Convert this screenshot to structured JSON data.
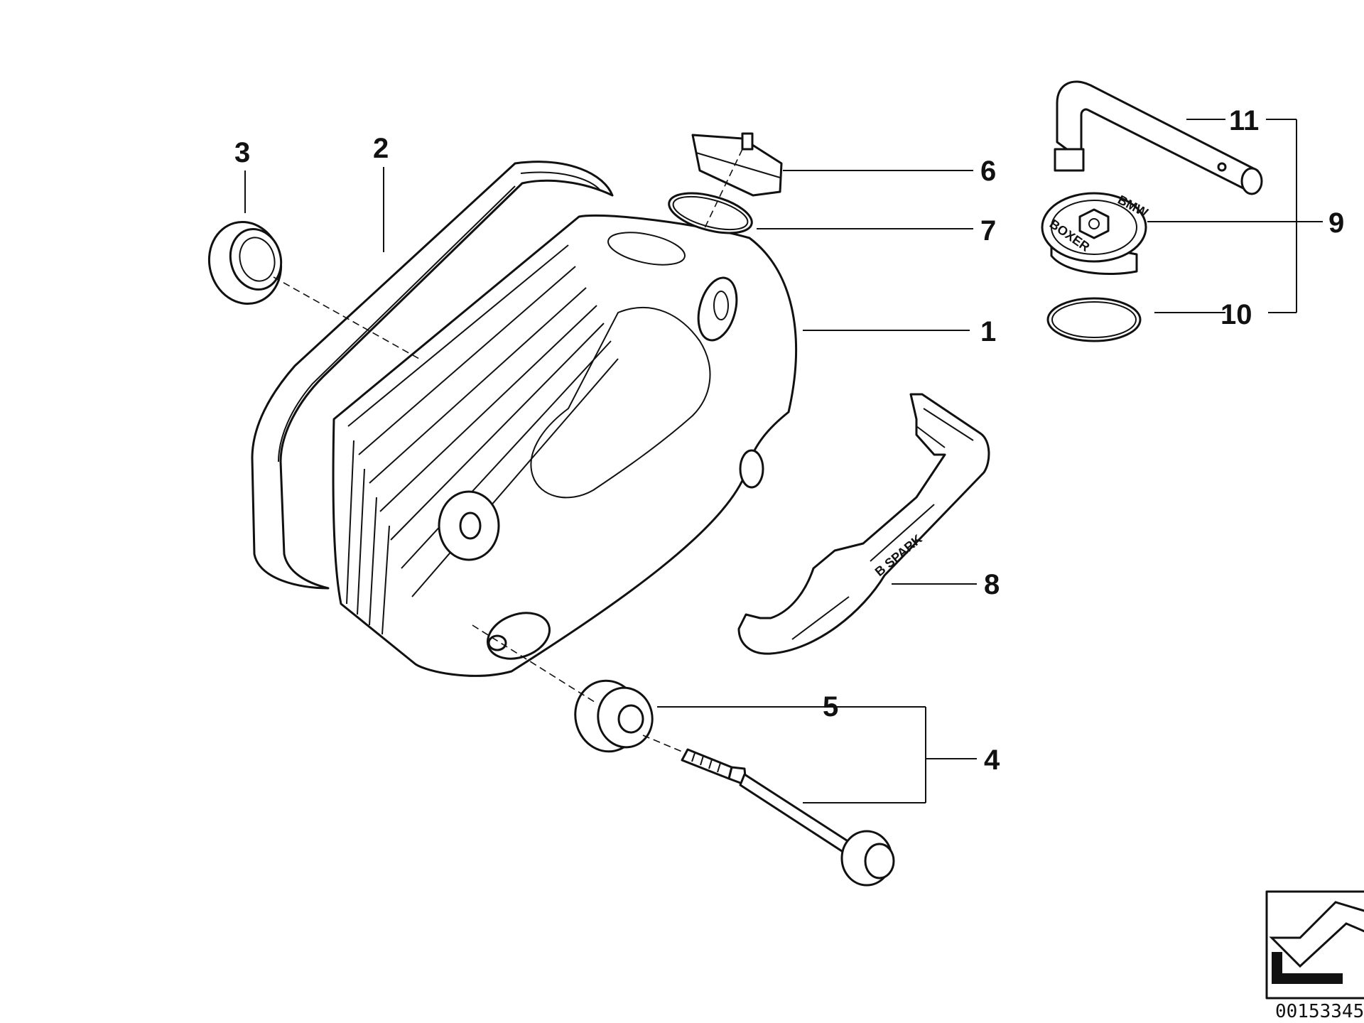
{
  "diagram": {
    "callouts": [
      "1",
      "2",
      "3",
      "4",
      "5",
      "6",
      "7",
      "8",
      "9",
      "10",
      "11"
    ],
    "cap_embossed_text": [
      "BMW",
      "BOXER"
    ],
    "cover_plate_text": "B SPARK",
    "document_number": "00153345"
  },
  "colors": {
    "line": "#111111",
    "background": "#ffffff"
  }
}
